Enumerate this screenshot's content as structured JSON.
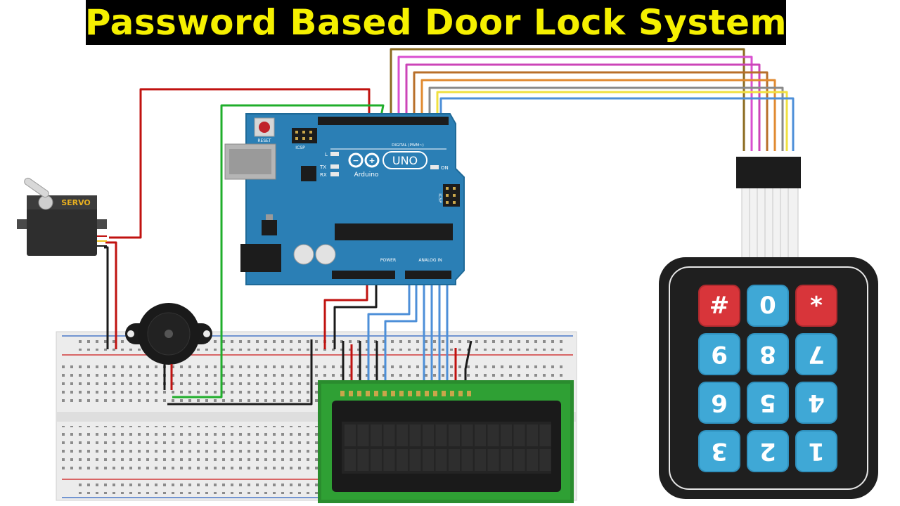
{
  "title": "Password Based Door Lock System",
  "servo": {
    "label": "SERVO"
  },
  "arduino": {
    "brand": "Arduino",
    "model": "UNO",
    "reset_label": "RESET",
    "icsp_label": "ICSP",
    "icsp2_label": "ICSP",
    "led_l": "L",
    "led_tx": "TX",
    "led_rx": "RX",
    "on_label": "ON",
    "digital_label": "DIGITAL (PWM~)",
    "power_label": "POWER",
    "analog_label": "ANALOG IN"
  },
  "keypad": {
    "keys": [
      "#",
      "0",
      "*",
      "9",
      "8",
      "7",
      "6",
      "5",
      "4",
      "3",
      "2",
      "1"
    ],
    "key_colors": [
      "red",
      "blue",
      "red",
      "blue",
      "blue",
      "blue",
      "blue",
      "blue",
      "blue",
      "blue",
      "blue",
      "blue"
    ]
  },
  "colors": {
    "title_bg": "#000000",
    "title_text": "#f5f000",
    "arduino_board": "#2b7fb5",
    "key_blue": "#3fa8d6",
    "key_red": "#d8353a",
    "wire_red": "#c0120f",
    "wire_green": "#1fae2b",
    "wire_black": "#1a1a1a",
    "wire_blue": "#4d8fd8"
  }
}
